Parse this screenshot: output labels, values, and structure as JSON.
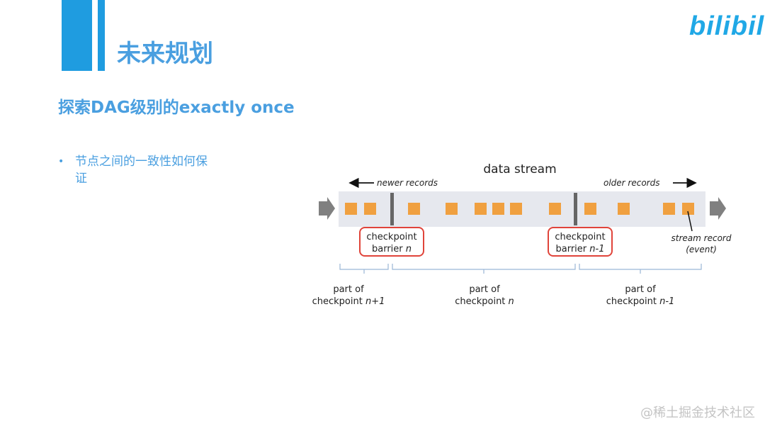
{
  "header": {
    "title": "未来规划",
    "logo_text": "bilibili",
    "accent_color": "#1f9ce0"
  },
  "subtitle": "探索DAG级别的exactly once",
  "bullets": [
    {
      "text": "节点之间的一致性如何保证"
    }
  ],
  "diagram": {
    "title": "data stream",
    "newer_label": "newer records",
    "older_label": "older records",
    "barriers": [
      {
        "line1": "checkpoint",
        "line2_prefix": "barrier ",
        "line2_var": "n"
      },
      {
        "line1": "checkpoint",
        "line2_prefix": "barrier ",
        "line2_var": "n-1"
      }
    ],
    "record_label_line1": "stream record",
    "record_label_line2": "(event)",
    "parts": [
      {
        "line1": "part of",
        "line2_prefix": "checkpoint ",
        "line2_var": "n+1"
      },
      {
        "line1": "part of",
        "line2_prefix": "checkpoint ",
        "line2_var": "n"
      },
      {
        "line1": "part of",
        "line2_prefix": "checkpoint ",
        "line2_var": "n-1"
      }
    ],
    "record_color": "#f0a040",
    "barrier_highlight_color": "#e0443a"
  },
  "footer": "@稀土掘金技术社区"
}
